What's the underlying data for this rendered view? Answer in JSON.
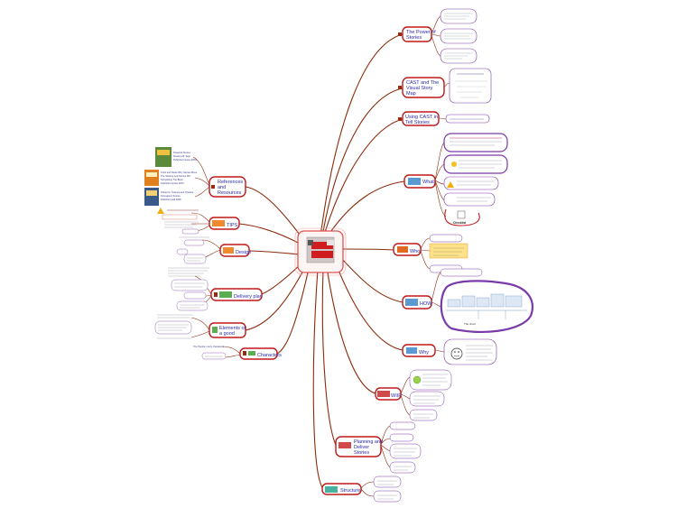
{
  "colors": {
    "branch": "#8b2a0a",
    "node_border": "#c01818",
    "note_border": "#7a3aa8",
    "node_text": "#2a2aa8",
    "highlight_fill": "#ffe18a"
  },
  "center": {
    "caption": "",
    "icon": "storybook-image"
  },
  "branches_right": [
    {
      "id": "power",
      "label_lines": [
        "The Power of",
        "Stories"
      ]
    },
    {
      "id": "cast-visual",
      "label_lines": [
        "CAST and The",
        "Visual Story",
        "Map"
      ]
    },
    {
      "id": "using-cast",
      "label_lines": [
        "Using CAST in",
        "Tell Stories"
      ]
    },
    {
      "id": "what",
      "label_lines": [
        "What"
      ]
    },
    {
      "id": "who",
      "label_lines": [
        "Who"
      ]
    },
    {
      "id": "how",
      "label_lines": [
        "HOW"
      ]
    },
    {
      "id": "why",
      "label_lines": [
        "Why"
      ]
    },
    {
      "id": "wiif",
      "label_lines": [
        "WIIF"
      ]
    },
    {
      "id": "planning",
      "label_lines": [
        "Planning and",
        "Deliver",
        "Stories"
      ]
    },
    {
      "id": "structure",
      "label_lines": [
        "Structure"
      ]
    }
  ],
  "branches_left": [
    {
      "id": "references",
      "label_lines": [
        "References",
        "and",
        "Resources"
      ]
    },
    {
      "id": "tips",
      "label_lines": [
        "TIPS"
      ]
    },
    {
      "id": "design",
      "label_lines": [
        "Design"
      ]
    },
    {
      "id": "delivery",
      "label_lines": [
        "Delivery plan"
      ]
    },
    {
      "id": "elements",
      "label_lines": [
        "Elements of",
        "a good"
      ]
    },
    {
      "id": "characters",
      "label_lines": [
        "Characters"
      ]
    }
  ],
  "notes": {
    "how_chart_caption": "The chart",
    "characters_intro": "The People / story characters",
    "what_label": "Checklist",
    "books": [
      [
        "Powerful Stories",
        "Rowena B. Tepp",
        "Publisher House 2009"
      ],
      [
        "Tools and Rules Why Stories Move",
        "The Sharing And Stories Mix",
        "Storytelling The Brain",
        "Publisher House 2010"
      ],
      [
        "Influence: Science and Practice",
        "Persuasive Stories",
        "Publisher Hall 2008"
      ]
    ]
  }
}
